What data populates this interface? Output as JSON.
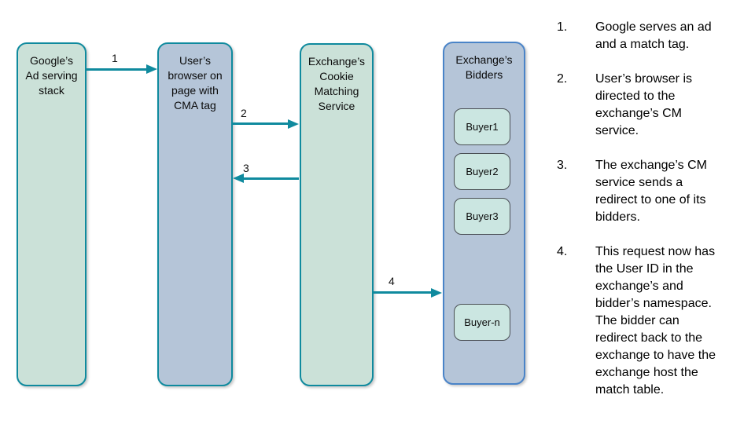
{
  "diagram": {
    "boxes": [
      {
        "id": "google-ad-stack",
        "label": "Google’s\nAd serving\nstack",
        "fill": "#cbe1d8",
        "border": "#0f8a9e"
      },
      {
        "id": "user-browser",
        "label": "User’s\nbrowser on\npage with\nCMA tag",
        "fill": "#b5c5d8",
        "border": "#0f8a9e"
      },
      {
        "id": "exchange-cm-service",
        "label": "Exchange’s\nCookie\nMatching\nService",
        "fill": "#cbe1d8",
        "border": "#0f8a9e"
      },
      {
        "id": "exchange-bidders",
        "label": "Exchange’s\nBidders",
        "fill": "#b5c5d8",
        "border": "#4a84c8"
      }
    ],
    "buyers": [
      {
        "label": "Buyer1"
      },
      {
        "label": "Buyer2"
      },
      {
        "label": "Buyer3"
      },
      {
        "label": "Buyer-n"
      }
    ],
    "arrows": [
      {
        "label": "1",
        "from": "google-ad-stack",
        "to": "user-browser",
        "direction": "right"
      },
      {
        "label": "2",
        "from": "user-browser",
        "to": "exchange-cm-service",
        "direction": "right"
      },
      {
        "label": "3",
        "from": "exchange-cm-service",
        "to": "user-browser",
        "direction": "left"
      },
      {
        "label": "4",
        "from": "exchange-cm-service",
        "to": "exchange-bidders",
        "direction": "right"
      }
    ],
    "arrow_color": "#0f8a9e",
    "buyer_fill": "#cbe6e1",
    "buyer_border": "#4a4f54"
  },
  "steps": [
    {
      "num": "1.",
      "text": "Google serves an ad\nand a match tag."
    },
    {
      "num": "2.",
      "text": "User’s browser is\ndirected to the\nexchange’s CM\nservice."
    },
    {
      "num": "3.",
      "text": "The exchange’s CM\nservice sends a\nredirect to one of its\nbidders."
    },
    {
      "num": "4.",
      "text": "This request now has\nthe User ID in the\nexchange’s and\nbidder’s namespace.\nThe bidder can\nredirect back to the\nexchange to have the\nexchange host the\nmatch table."
    }
  ]
}
